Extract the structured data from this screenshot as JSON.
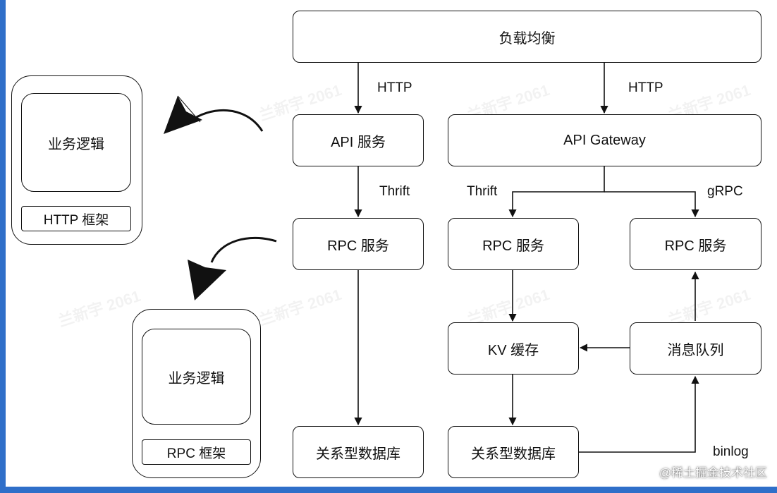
{
  "nodes": {
    "load_balancer": "负载均衡",
    "api_service": "API 服务",
    "api_gateway": "API Gateway",
    "rpc_service_1": "RPC 服务",
    "rpc_service_2": "RPC 服务",
    "rpc_service_3": "RPC 服务",
    "kv_cache": "KV 缓存",
    "message_queue": "消息队列",
    "rdb_1": "关系型数据库",
    "rdb_2": "关系型数据库"
  },
  "edges": {
    "http_1": "HTTP",
    "http_2": "HTTP",
    "thrift_1": "Thrift",
    "thrift_2": "Thrift",
    "grpc": "gRPC",
    "binlog": "binlog"
  },
  "panels": {
    "http_panel": {
      "logic": "业务逻辑",
      "framework": "HTTP 框架"
    },
    "rpc_panel": {
      "logic": "业务逻辑",
      "framework": "RPC 框架"
    }
  },
  "watermark": "兰新宇 2061",
  "credit": "@稀土掘金技术社区",
  "colors": {
    "frame": "#2f6fc9",
    "stroke": "#111111"
  }
}
